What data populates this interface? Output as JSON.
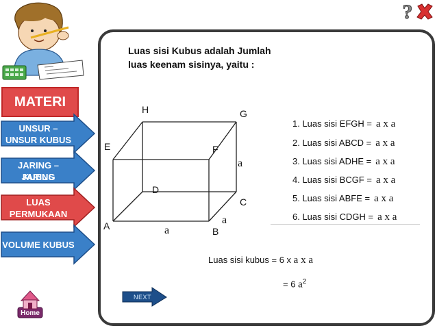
{
  "icons": {
    "help": "help-icon",
    "close": "close-icon",
    "home": "home-icon",
    "next": "next-arrow-icon"
  },
  "sidebar": {
    "title": "MATERI",
    "items": [
      {
        "label_line1": "UNSUR –",
        "label_line2": "UNSUR KUBUS",
        "color": "#3a80c8"
      },
      {
        "label_line1": "JARING – JARING",
        "label_line2": "KUBUS",
        "color": "#3a80c8"
      },
      {
        "label_line1": "LUAS",
        "label_line2": "PERMUKAAN",
        "color": "#e04a4a"
      },
      {
        "label_line1": "VOLUME KUBUS",
        "label_line2": "",
        "color": "#3a80c8"
      }
    ]
  },
  "main": {
    "intro_line1": "Luas sisi Kubus adalah Jumlah",
    "intro_line2": "luas keenam sisinya, yaitu :",
    "cube_labels": {
      "H": "H",
      "G": "G",
      "E": "E",
      "F": "F",
      "D": "D",
      "C": "C",
      "A": "A",
      "B": "B"
    },
    "edge_label": "a",
    "list": [
      {
        "text": "1. Luas sisi EFGH =",
        "expr": "a x a"
      },
      {
        "text": "2. Luas sisi ABCD =",
        "expr": "a x a"
      },
      {
        "text": "3. Luas sisi ADHE =",
        "expr": "a x a"
      },
      {
        "text": "4. Luas sisi BCGF =",
        "expr": "a x a"
      },
      {
        "text": "5. Luas sisi ABFE =",
        "expr": "a x a"
      },
      {
        "text": "6. Luas sisi CDGH =",
        "expr": "a x a"
      }
    ],
    "total_prefix": "Luas sisi kubus  =  6 x",
    "total_expr": "a x a",
    "result_prefix": "=  6",
    "result_base": "a",
    "result_exp": "2"
  },
  "buttons": {
    "next": "NEXT",
    "home": "Home"
  },
  "colors": {
    "panel_border": "#3a3a3a",
    "nav_blue": "#3a80c8",
    "nav_red": "#e04a4a"
  }
}
